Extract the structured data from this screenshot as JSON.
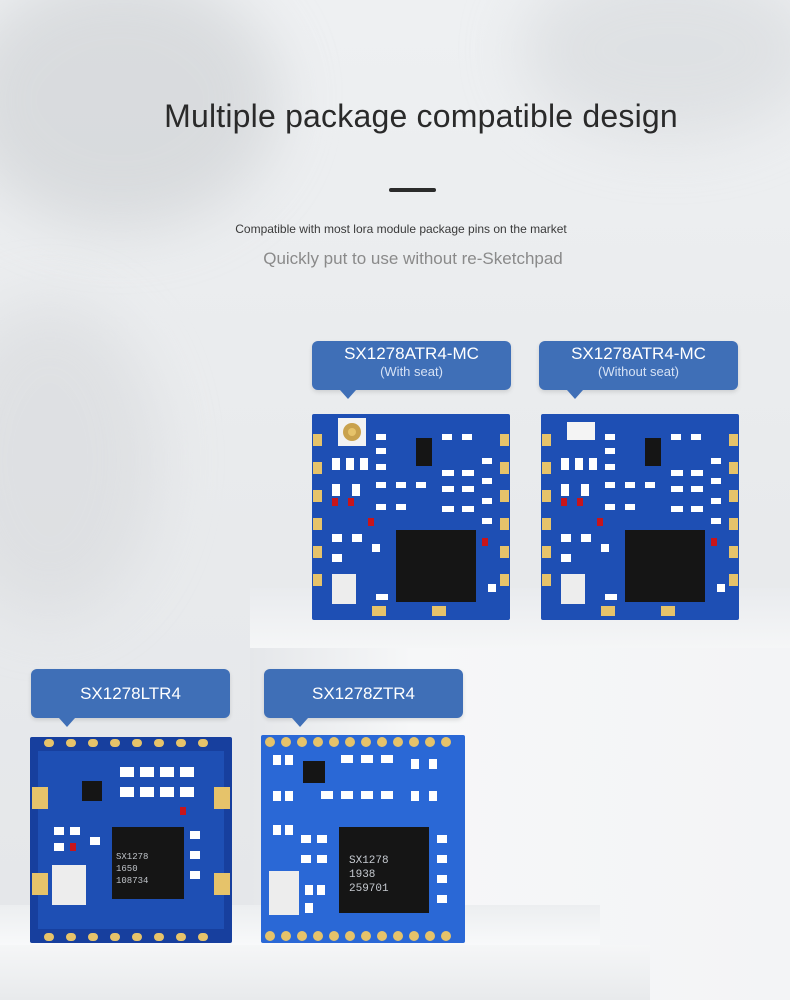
{
  "header": {
    "title": "Multiple package compatible design",
    "subtitle_primary": "Compatible with most lora module package pins on the market",
    "subtitle_secondary": "Quickly put to use without re-Sketchpad"
  },
  "modules": [
    {
      "name": "SX1278ATR4-MC",
      "variant": "(With seat)",
      "chip_text": [
        "",
        ""
      ]
    },
    {
      "name": "SX1278ATR4-MC",
      "variant": "(Without seat)",
      "chip_text": [
        "",
        ""
      ]
    },
    {
      "name": "SX1278LTR4",
      "variant": "",
      "chip_text": [
        "SX1278",
        "1650",
        "108734"
      ]
    },
    {
      "name": "SX1278ZTR4",
      "variant": "",
      "chip_text": [
        "SX1278",
        "1938",
        "259701"
      ]
    }
  ],
  "colors": {
    "label_bg": "#3f6fb7",
    "pcb_blue": "#1e4fb4",
    "pcb_bright": "#2a68d6",
    "pad_gold": "#e6c36a"
  }
}
